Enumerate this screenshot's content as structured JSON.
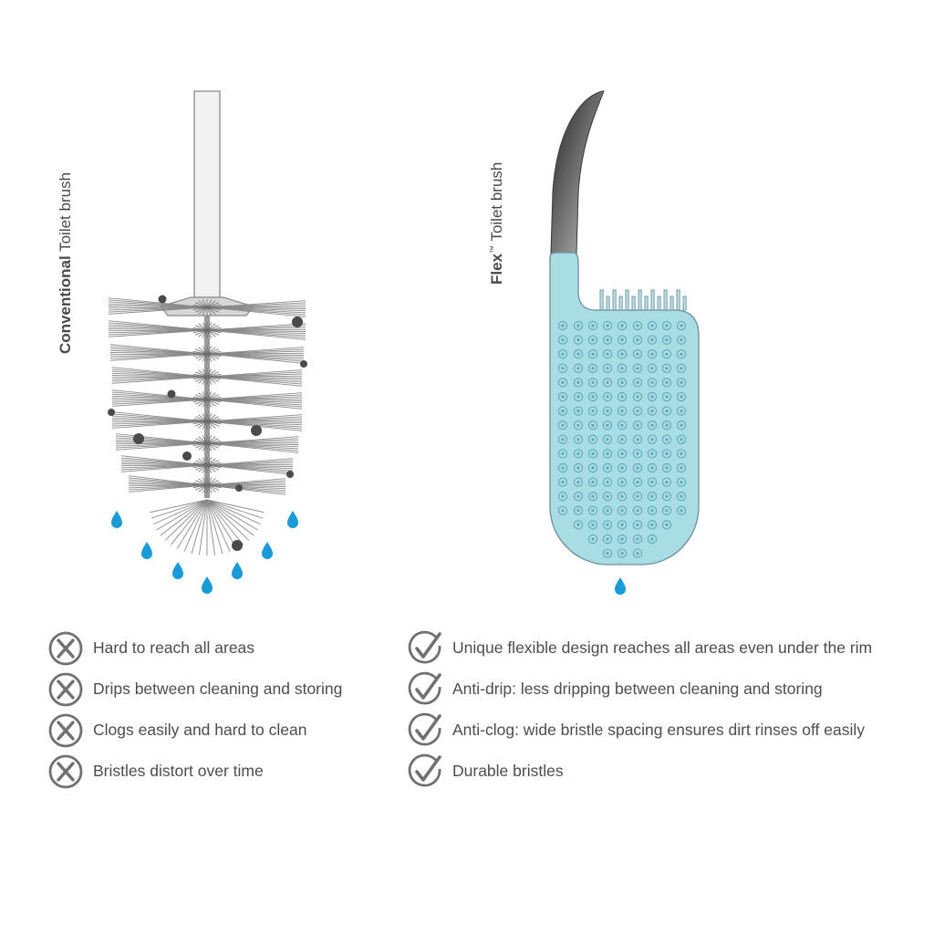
{
  "left": {
    "label_bold": "Conventional",
    "label_rest": " Toilet brush",
    "items": [
      "Hard to reach all areas",
      "Drips between cleaning and storing",
      "Clogs easily and hard to clean",
      "Bristles distort over time"
    ]
  },
  "right": {
    "label_bold": "Flex",
    "label_sup": "™",
    "label_rest": " Toilet brush",
    "items": [
      "Unique flexible design reaches all areas even under the rim",
      "Anti-drip: less dripping between cleaning and storing",
      "Anti-clog: wide bristle spacing ensures dirt rinses off easily",
      "Durable bristles"
    ]
  },
  "colors": {
    "text": "#4d4d4d",
    "icon": "#707070",
    "silicone": "#a8dde6",
    "silicone_outline": "#6f8f96",
    "water": "#1a9ad6",
    "dirt": "#4a4a4a",
    "bristle": "#8a8a8a"
  },
  "icons": {
    "negative": "cross-circle-icon",
    "positive": "check-circle-icon",
    "drop": "water-drop-icon"
  }
}
